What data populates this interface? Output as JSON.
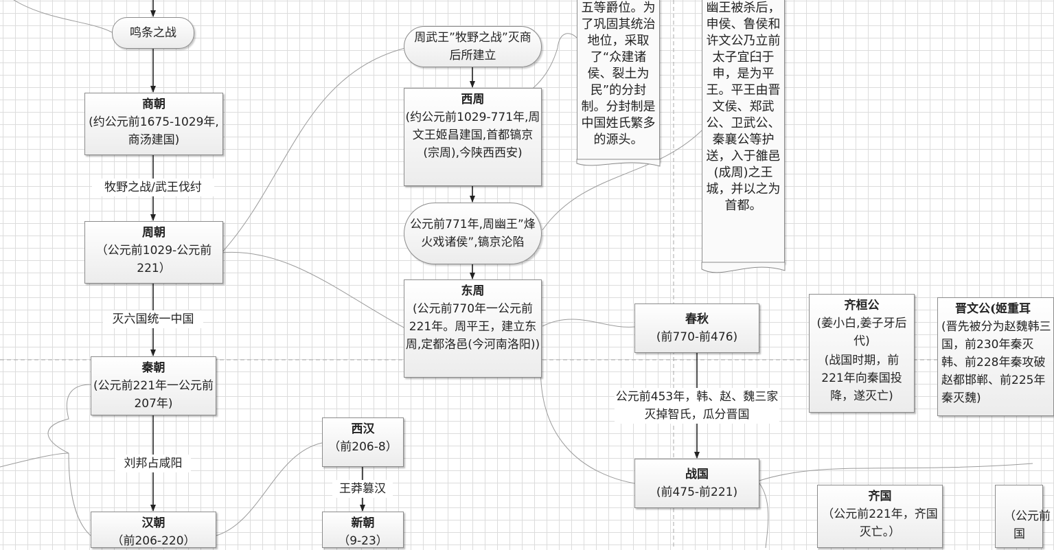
{
  "nodes": {
    "mingtiao": "鸣条之战",
    "shang": {
      "title": "商朝",
      "desc": "(约公元前1675-1029年,商汤建国)"
    },
    "zhou": {
      "title": "周朝",
      "desc": "（公元前1029-公元前221）"
    },
    "qin": {
      "title": "秦朝",
      "desc": "(公元前221年一公元前207年)"
    },
    "han": {
      "title": "汉朝",
      "desc": "（前206-220）"
    },
    "xihan": {
      "title": "西汉",
      "desc": "（前206-8）"
    },
    "xin": {
      "title": "新朝",
      "desc": "（9-23）"
    },
    "muye_origin": "周武王”牧野之战”灭商后所建立",
    "xizhou": {
      "title": "西周",
      "desc": "(约公元前1029-771年,周文王姬昌建国,首都镐京(宗周),今陕西西安)"
    },
    "fenghuo": "公元前771年,周幽王”烽火戏诸侯”,镐京沦陷",
    "dongzhou": {
      "title": "东周",
      "desc": "(公元前770年一公元前221年。周平王，建立东周,定都洛邑(今河南洛阳))"
    },
    "chunqiu": {
      "title": "春秋",
      "desc": "(前770-前476)"
    },
    "zhanguo": {
      "title": "战国",
      "desc": "(前475-前221)"
    },
    "qihuan": {
      "title": "齐桓公",
      "desc": "(姜小白,姜子牙后代)",
      "desc2": "(战国时期，前221年向秦国投降，遂灭亡)"
    },
    "jinwen": {
      "title": "晋文公(姬重耳",
      "desc": "(晋先被分为赵魏韩三国，前230年秦灭韩、前228年秦攻破赵都邯郸、前225年秦灭魏)"
    },
    "qiguo": {
      "title": "齐国",
      "desc": "（公元前221年，齐国灭亡。）"
    },
    "right_cut": "（公元前",
    "right_cut2": "国"
  },
  "notes": {
    "fenfeng": "五等爵位。为了巩固其统治地位，采取了“众建诸侯、裂土为民”的分封制。分封制是中国姓氏繁多的源头。",
    "pingwang": "幽王被杀后，申侯、鲁侯和许文公乃立前太子宜臼于申，是为平王。平王由晋文侯、郑武公、卫武公、秦襄公等护送，入于雒邑(成周)之王城，并以之为首都。"
  },
  "edges": {
    "muye": "牧野之战/武王伐纣",
    "mie_liu": "灭六国统一中国",
    "liubang": "刘邦占咸阳",
    "wangmang": "王莽篡汉",
    "fenjin": "公元前453年，韩、赵、魏三家灭掉智氏，瓜分晋国"
  }
}
